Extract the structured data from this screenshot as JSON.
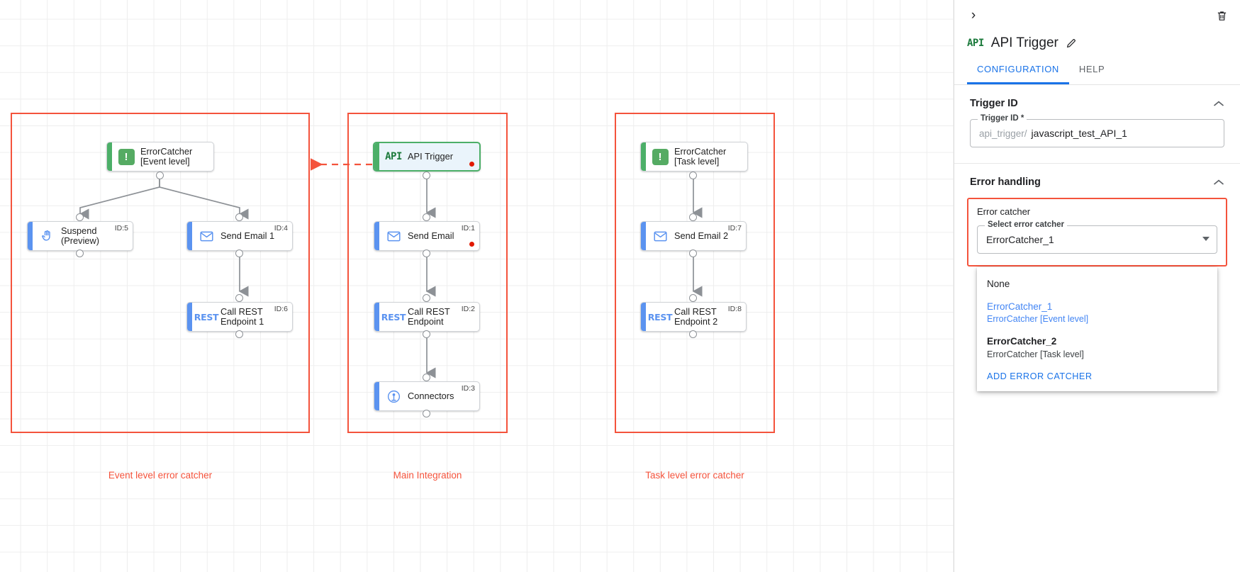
{
  "canvas": {
    "groups": [
      {
        "label": "Event level error catcher"
      },
      {
        "label": "Main Integration"
      },
      {
        "label": "Task level error catcher"
      }
    ],
    "nodes": [
      {
        "id": "errorcatcher-event",
        "label": "ErrorCatcher\n[Event level]",
        "icon": "error-catcher-icon",
        "idtag": "",
        "kind": "green"
      },
      {
        "id": "suspend-preview",
        "label": "Suspend\n(Preview)",
        "icon": "hand-icon",
        "idtag": "ID:5",
        "kind": "blue"
      },
      {
        "id": "send-email-1",
        "label": "Send Email 1",
        "icon": "envelope-icon",
        "idtag": "ID:4",
        "kind": "blue"
      },
      {
        "id": "call-rest-1",
        "label": "Call REST\nEndpoint 1",
        "icon": "rest-icon",
        "idtag": "ID:6",
        "kind": "blue"
      },
      {
        "id": "api-trigger",
        "label": "API Trigger",
        "icon": "api-icon",
        "idtag": "",
        "kind": "green"
      },
      {
        "id": "send-email",
        "label": "Send Email",
        "icon": "envelope-icon",
        "idtag": "ID:1",
        "kind": "blue"
      },
      {
        "id": "call-rest",
        "label": "Call REST\nEndpoint",
        "icon": "rest-icon",
        "idtag": "ID:2",
        "kind": "blue"
      },
      {
        "id": "connectors",
        "label": "Connectors",
        "icon": "connectors-icon",
        "idtag": "ID:3",
        "kind": "blue"
      },
      {
        "id": "errorcatcher-task",
        "label": "ErrorCatcher\n[Task level]",
        "icon": "error-catcher-icon",
        "idtag": "",
        "kind": "green"
      },
      {
        "id": "send-email-2",
        "label": "Send Email 2",
        "icon": "envelope-icon",
        "idtag": "ID:7",
        "kind": "blue"
      },
      {
        "id": "call-rest-2",
        "label": "Call REST\nEndpoint 2",
        "icon": "rest-icon",
        "idtag": "ID:8",
        "kind": "blue"
      }
    ],
    "icon_glyphs": {
      "error_catcher": "!",
      "api": "API",
      "rest": "REST"
    },
    "colors": {
      "group_border": "#f4533c",
      "node_blue": "#5b93f0",
      "node_green": "#4caf68",
      "error_dot": "#e11900"
    }
  },
  "panel": {
    "collapse_icon": "›",
    "delete_icon": "delete-icon",
    "title": "API Trigger",
    "title_icon": "API",
    "edit_icon": "pencil-icon",
    "tabs": [
      {
        "label": "CONFIGURATION",
        "active": true
      },
      {
        "label": "HELP",
        "active": false
      }
    ],
    "trigger_section": {
      "heading": "Trigger ID",
      "collapse_caret": "⌃",
      "field_legend": "Trigger ID *",
      "prefix": "api_trigger/",
      "value": "javascript_test_API_1"
    },
    "error_section": {
      "heading": "Error handling",
      "collapse_caret": "⌃",
      "caption": "Error catcher",
      "select_legend": "Select error catcher",
      "selected_value": "ErrorCatcher_1",
      "options": [
        {
          "title": "None",
          "sub": "",
          "selected": false,
          "bold": false
        },
        {
          "title": "ErrorCatcher_1",
          "sub": "ErrorCatcher [Event level]",
          "selected": true,
          "bold": false
        },
        {
          "title": "ErrorCatcher_2",
          "sub": "ErrorCatcher [Task level]",
          "selected": false,
          "bold": true
        }
      ],
      "add_action": "ADD ERROR CATCHER"
    },
    "accent_color": "#1a73e8"
  }
}
